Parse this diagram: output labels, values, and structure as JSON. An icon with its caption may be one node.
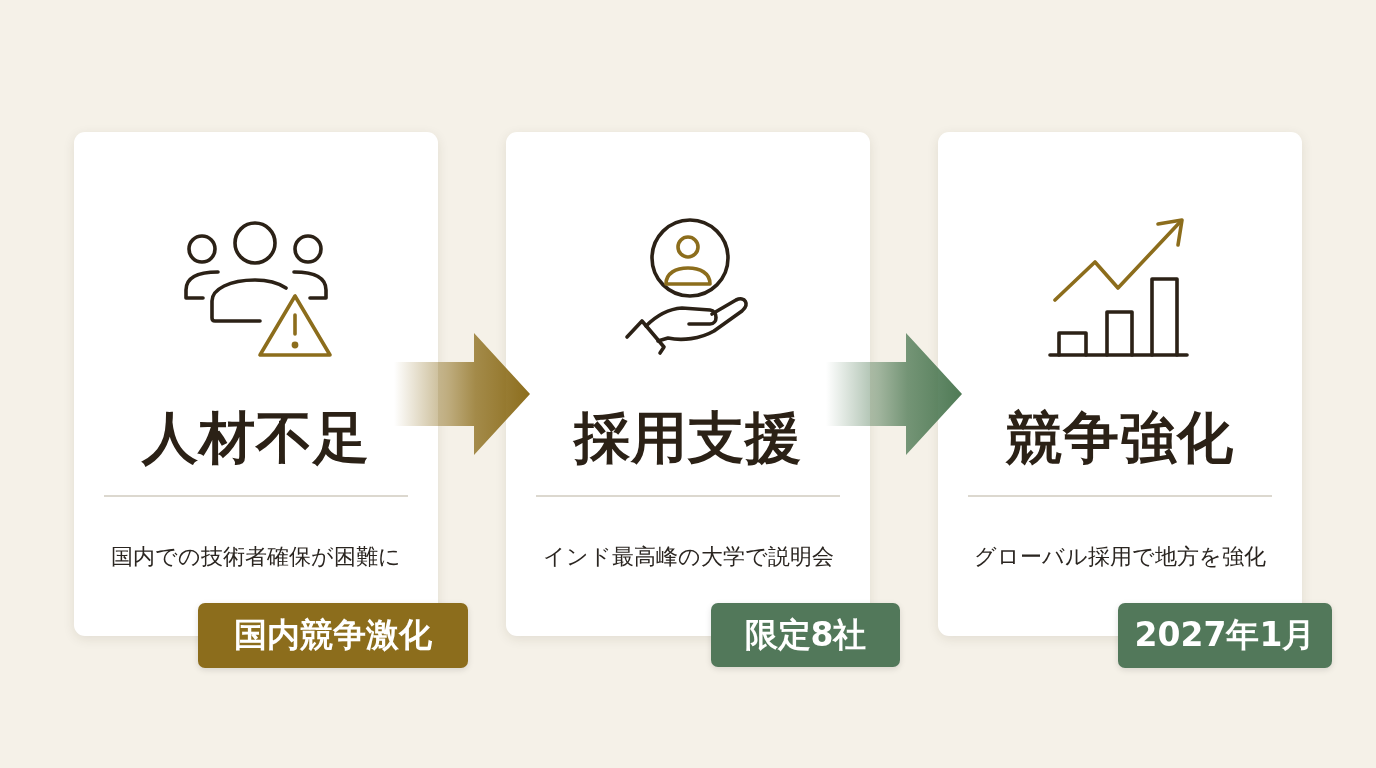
{
  "diagram": {
    "nodes": [
      {
        "text": [
          "人材不足",
          "国内での技術者確保が困難に"
        ]
      },
      {
        "text": [
          "採用支援",
          "インド最高峰の大学で説明会"
        ]
      },
      {
        "text": [
          "競争強化",
          "グローバル採用で地方を強化"
        ]
      },
      {
        "text": [
          "国内競争激化"
        ]
      },
      {
        "text": [
          "限定8社"
        ]
      },
      {
        "text": [
          "2027年1月"
        ]
      }
    ],
    "edges": [
      {
        "from": 0,
        "to": 1,
        "arrow": "to",
        "color": "#8c6d1c"
      },
      {
        "from": 1,
        "to": 2,
        "arrow": "to",
        "color": "#4f7a55"
      }
    ]
  }
}
